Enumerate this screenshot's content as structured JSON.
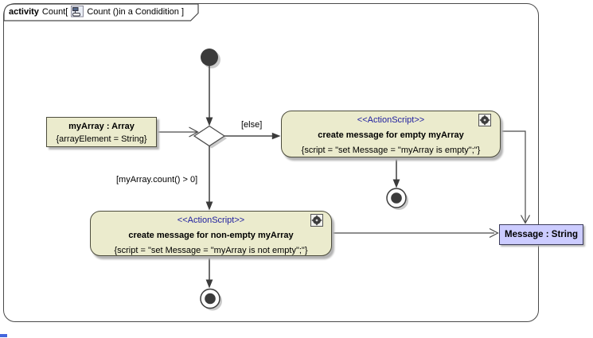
{
  "frame": {
    "keyword": "activity",
    "name": "Count[",
    "diagram": "Count ()in a Condidition ]"
  },
  "nodes": {
    "my_array": {
      "name": "myArray : Array",
      "constraint": "{arrayElement = String}"
    },
    "action_empty": {
      "stereotype": "<<ActionScript>>",
      "name": "create message for empty myArray",
      "script": "{script = \"set Message = \"myArray is empty\";\"}"
    },
    "action_non_empty": {
      "stereotype": "<<ActionScript>>",
      "name": "create message for non-empty myArray",
      "script": "{script = \"set Message = \"myArray is not empty\";\"}"
    },
    "message": {
      "name": "Message : String"
    }
  },
  "edges": {
    "else_guard": "[else]",
    "count_guard": "[myArray.count() > 0]"
  },
  "colors": {
    "node_fill": "#ebebcd",
    "node_border": "#4c4c3c",
    "message_fill": "#ccccff",
    "message_border": "#3c3c5c",
    "stereotype_text": "#2020a0",
    "edge": "#4a4a4a",
    "node_dark": "#3b3b3b",
    "shadow": "#b4b4b4"
  }
}
